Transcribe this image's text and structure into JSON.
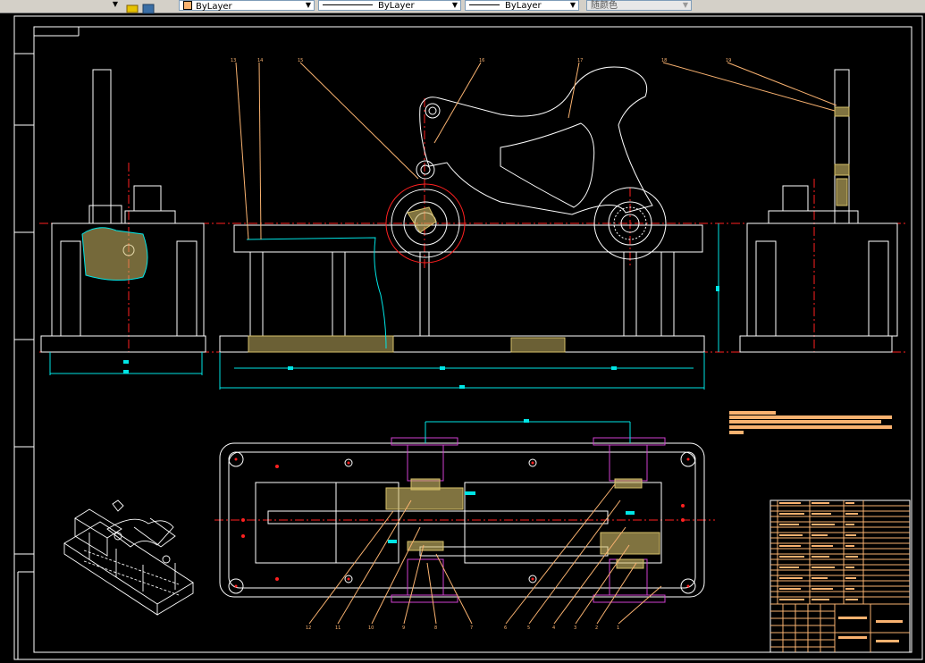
{
  "toolbar": {
    "color_value": "ByLayer",
    "linetype_value": "ByLayer",
    "lineweight_value": "ByLayer",
    "plotstyle_value": "随颜色"
  },
  "drawing": {
    "front_view_labels": [
      "13",
      "14",
      "15",
      "16",
      "17",
      "18",
      "19"
    ],
    "top_view_labels": [
      "12",
      "11",
      "10",
      "9",
      "8",
      "7",
      "6",
      "5",
      "4",
      "3",
      "2",
      "1"
    ],
    "colors": {
      "background": "#000000",
      "outline": "#ffffff",
      "centerline": "#ff2020",
      "dimension": "#00e5e5",
      "hatch": "#d6c06a",
      "leader": "#f9b270",
      "magenta": "#d040d0"
    }
  }
}
